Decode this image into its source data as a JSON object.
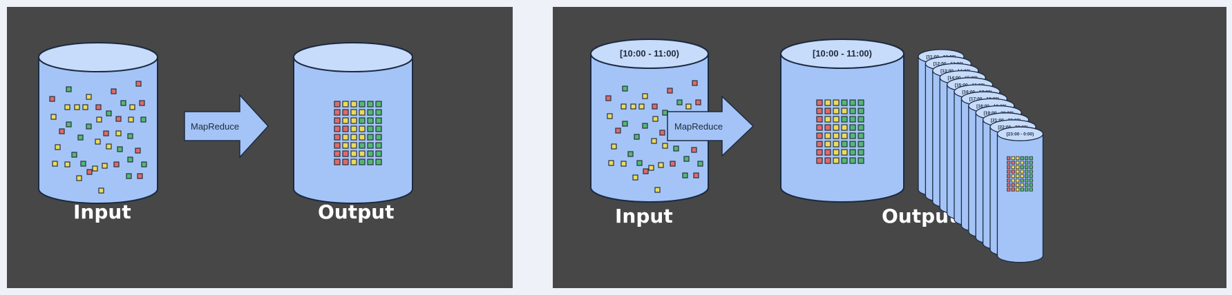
{
  "left_diagram": {
    "input_label": "Input",
    "arrow_label": "MapReduce",
    "output_label": "Output"
  },
  "right_diagram": {
    "input_label": "Input",
    "input_cylinder_label": "[10:00 - 11:00)",
    "arrow_label": "MapReduce",
    "output_label": "Output",
    "output_cylinder_label": "[10:00 - 11:00)",
    "stack_labels": [
      "[11:00 - 12:00)",
      "[12:00 - 13:00)",
      "[13:00 - 14:00)",
      "[14:00 - 15:00)",
      "[15:00 - 16:00)",
      "[16:00 - 17:00)",
      "[17:00 - 18:00)",
      "[18:00 - 19:00)",
      "[19:00 - 20:00)",
      "[21:00 - 22:00)",
      "[22:00 - 23:00)",
      "[23:00 - 0:00)"
    ]
  },
  "colors": {
    "panel_bg": "#474747",
    "cylinder_fill": "#a4c4f7",
    "cylinder_top": "#c7dbfb",
    "arrow_fill": "#a4c4f7",
    "square_red": "#e06a6a",
    "square_yellow": "#eadb5a",
    "square_green": "#52b874"
  }
}
